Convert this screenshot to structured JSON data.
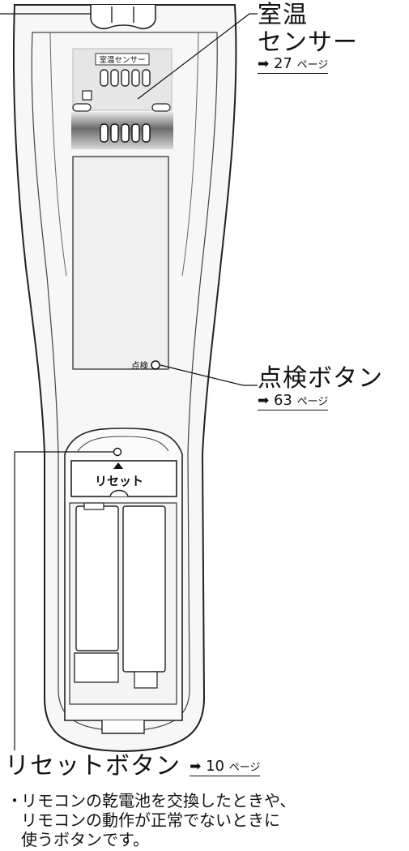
{
  "remote": {
    "sensor_label": "室温センサー",
    "check_label": "点検",
    "reset_cover_label": "リセット"
  },
  "callouts": {
    "room_sensor": {
      "title_line1": "室温",
      "title_line2": "センサー",
      "arrow": "➡",
      "page": "27",
      "page_suffix": "ページ"
    },
    "check_button": {
      "title": "点検ボタン",
      "arrow": "➡",
      "page": "63",
      "page_suffix": "ページ"
    },
    "reset_button": {
      "title": "リセットボタン",
      "arrow": "➡",
      "page": "10",
      "page_suffix": "ページ"
    }
  },
  "note": {
    "bullet": "・",
    "lines": [
      "リモコンの乾電池を交換したときや、",
      "リモコンの動作が正常でないときに",
      "使うボタンです。"
    ]
  }
}
